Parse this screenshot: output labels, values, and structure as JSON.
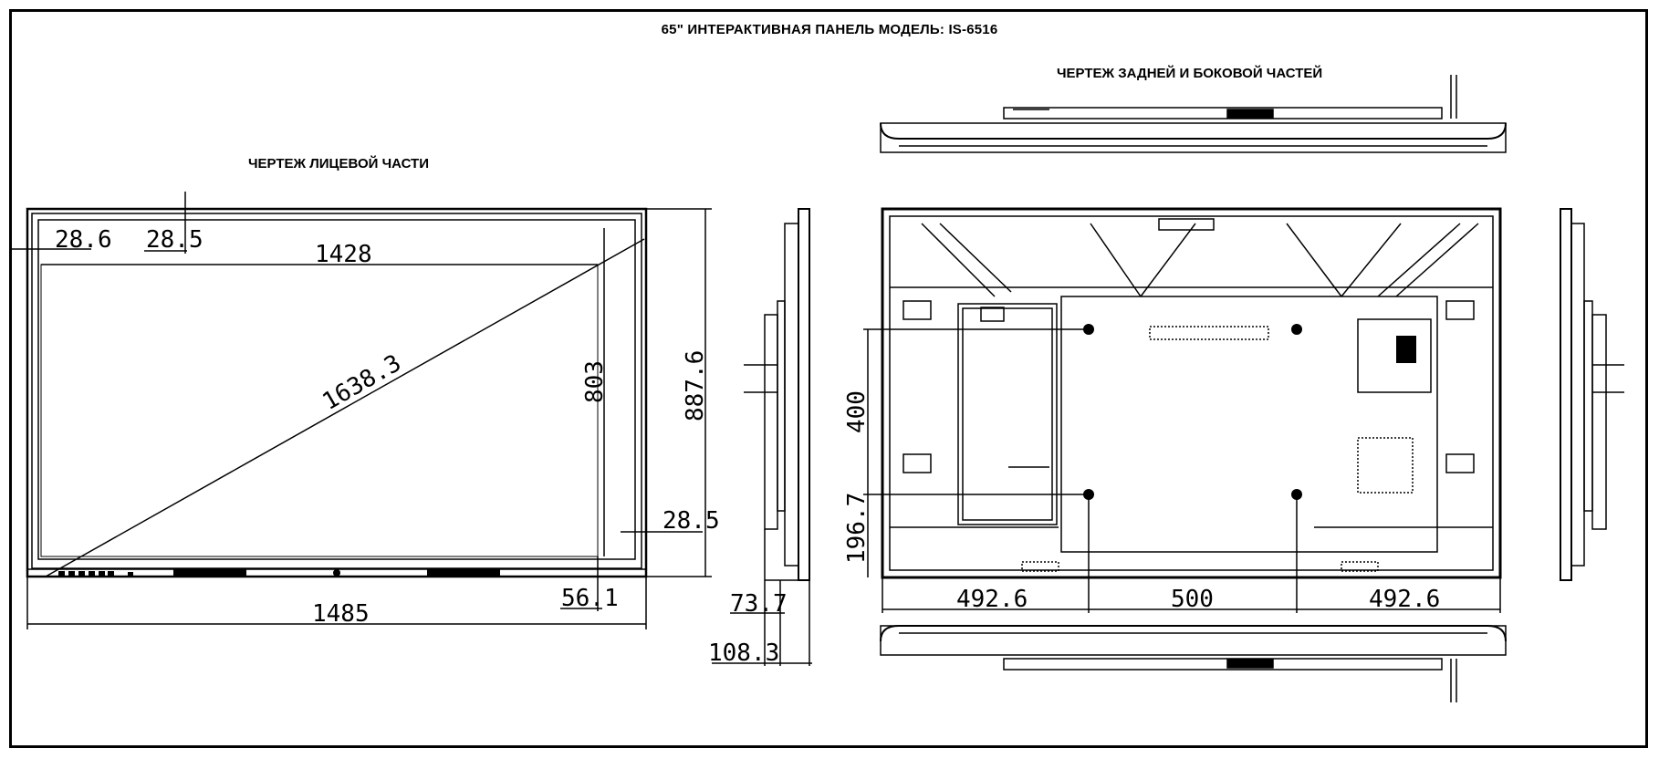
{
  "title": "65\" ИНТЕРАКТИВНАЯ ПАНЕЛЬ  МОДЕЛЬ: IS-6516",
  "sections": {
    "front": "ЧЕРТЕЖ ЛИЦЕВОЙ ЧАСТИ",
    "back_side": "ЧЕРТЕЖ ЗАДНЕЙ И БОКОВОЙ ЧАСТЕЙ"
  },
  "dimensions": {
    "bezel_left": "28.6",
    "bezel_top": "28.5",
    "screen_width": "1428",
    "diagonal": "1638.3",
    "screen_height": "803",
    "total_height": "887.6",
    "bezel_right": "28.5",
    "bottom_bezel": "56.1",
    "total_width": "1485",
    "depth_body": "73.7",
    "depth_total": "108.3",
    "vesa_vertical": "400",
    "vesa_bottom": "196.7",
    "vesa_left_offset": "492.6",
    "vesa_horizontal": "500",
    "vesa_right_offset": "492.6"
  }
}
